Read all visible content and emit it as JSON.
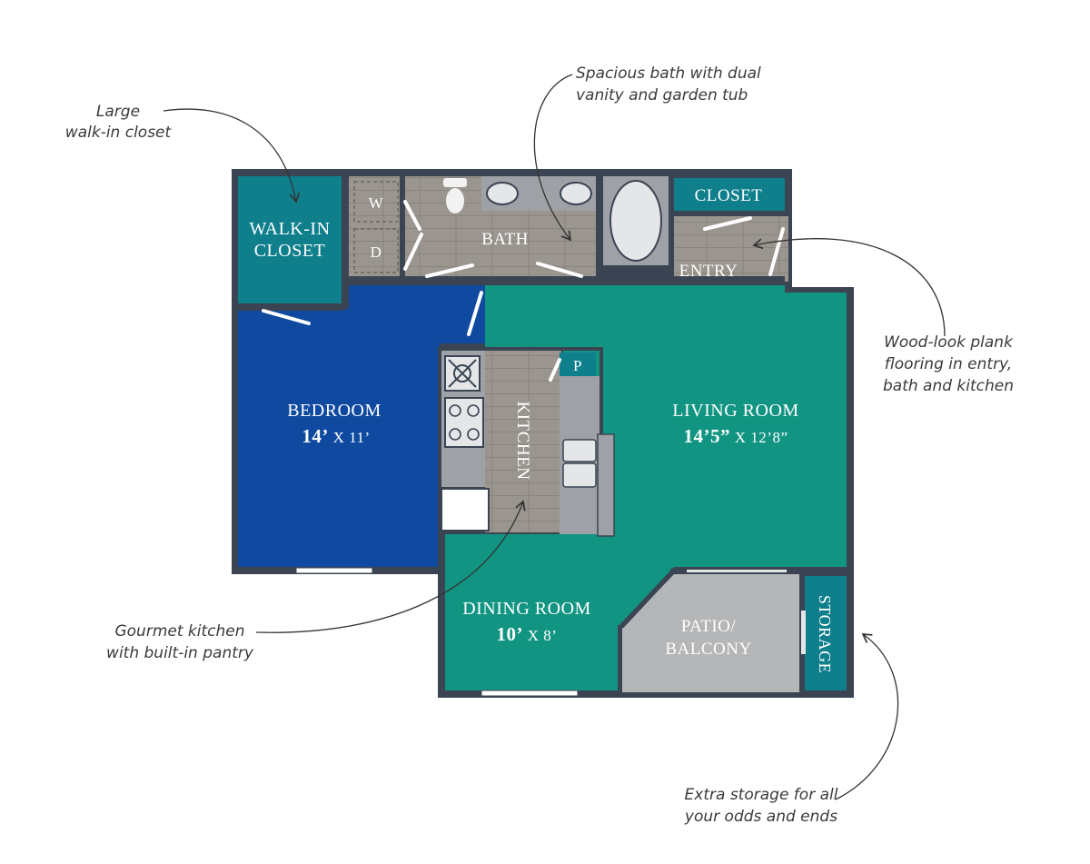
{
  "rooms": {
    "walk_in_closet": {
      "line1": "WALK-IN",
      "line2": "CLOSET"
    },
    "bath": {
      "label": "BATH"
    },
    "closet": {
      "label": "CLOSET"
    },
    "entry": {
      "label": "ENTRY"
    },
    "washer": {
      "label": "W"
    },
    "dryer": {
      "label": "D"
    },
    "bedroom": {
      "label": "BEDROOM",
      "dim_big": "14’",
      "dim_small": " X 11’"
    },
    "kitchen": {
      "label": "KITCHEN"
    },
    "pantry": {
      "label": "P"
    },
    "living_room": {
      "label": "LIVING ROOM",
      "dim_big": "14’5”",
      "dim_small": " X 12’8”"
    },
    "dining_room": {
      "label": "DINING ROOM",
      "dim_big": "10’",
      "dim_small": " X 8’"
    },
    "patio": {
      "line1": "PATIO/",
      "line2": "BALCONY"
    },
    "storage": {
      "label": "STORAGE"
    }
  },
  "callouts": {
    "closet": {
      "line1": "Large",
      "line2": "walk-in closet"
    },
    "bath": {
      "line1": "Spacious bath with dual",
      "line2": "vanity and garden tub"
    },
    "flooring": {
      "line1": "Wood-look plank",
      "line2": "flooring in entry,",
      "line3": "bath and kitchen"
    },
    "kitchen": {
      "line1": "Gourmet kitchen",
      "line2": "with built-in pantry"
    },
    "storage": {
      "line1": "Extra storage for all",
      "line2": "your odds and ends"
    }
  },
  "colors": {
    "wall": "#3a4452",
    "walk_in_closet": "#0f7f8c",
    "bath_floor": "#9a948e",
    "bedroom": "#0f4aa0",
    "living": "#129482",
    "patio": "#b5b6b8",
    "storage": "#0f7f8c"
  }
}
